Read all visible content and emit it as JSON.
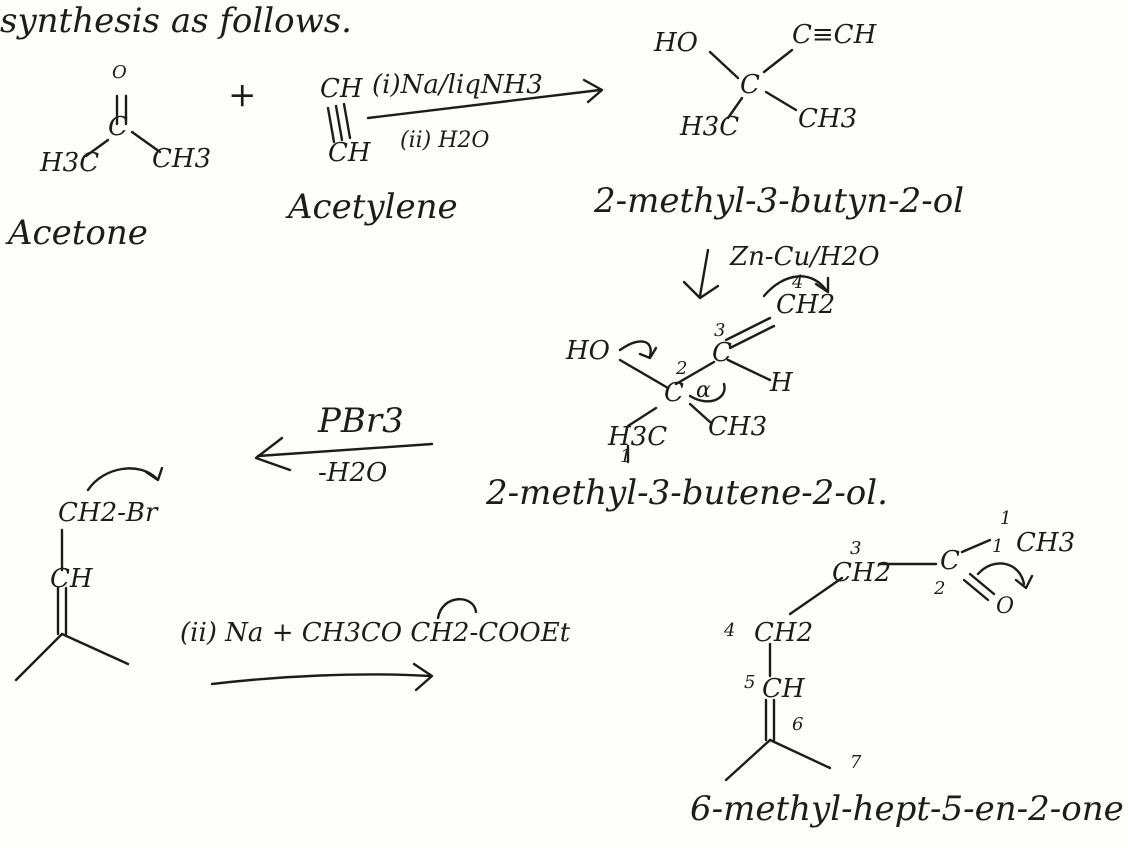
{
  "heading": "synthesis as follows.",
  "step1": {
    "acetone": {
      "O": "O",
      "C": "C",
      "left": "H3C",
      "right": "CH3",
      "name": "Acetone"
    },
    "plus": "+",
    "acetylene": {
      "top": "CH",
      "bottom": "CH",
      "name": "Acetylene"
    },
    "reagent_top": "(i)Na/liqNH3",
    "reagent_bottom": "(ii) H2O",
    "product": {
      "HO": "HO",
      "C": "C",
      "alkyne": "C≡CH",
      "left": "H3C",
      "right": "CH3",
      "name": "2-methyl-3-butyn-2-ol"
    }
  },
  "step2": {
    "reagent": "Zn-Cu/H2O",
    "product": {
      "HO": "HO",
      "C2": "C",
      "C3": "C",
      "CH2": "CH2",
      "H": "H",
      "left": "H3C",
      "right": "CH3",
      "alpha": "α",
      "n2": "2",
      "n3": "3",
      "n4": "4",
      "tick": "1",
      "name": "2-methyl-3-butene-2-ol."
    }
  },
  "step3": {
    "reagent_top": "PBr3",
    "reagent_bottom": "-H2O",
    "product": {
      "CH2Br": "CH2-Br",
      "CH": "CH"
    }
  },
  "step4": {
    "reagent": "(ii) Na + CH3CO CH2-COOEt",
    "product": {
      "CH3": "CH3",
      "n1": "1",
      "C": "C",
      "n2": "2",
      "O": "O",
      "CH2a": "CH2",
      "n3": "3",
      "CH2b": "CH2",
      "n4": "4",
      "CH": "CH",
      "n5": "5",
      "n6": "6",
      "n7": "7",
      "tick": "1",
      "name": "6-methyl-hept-5-en-2-one"
    }
  }
}
